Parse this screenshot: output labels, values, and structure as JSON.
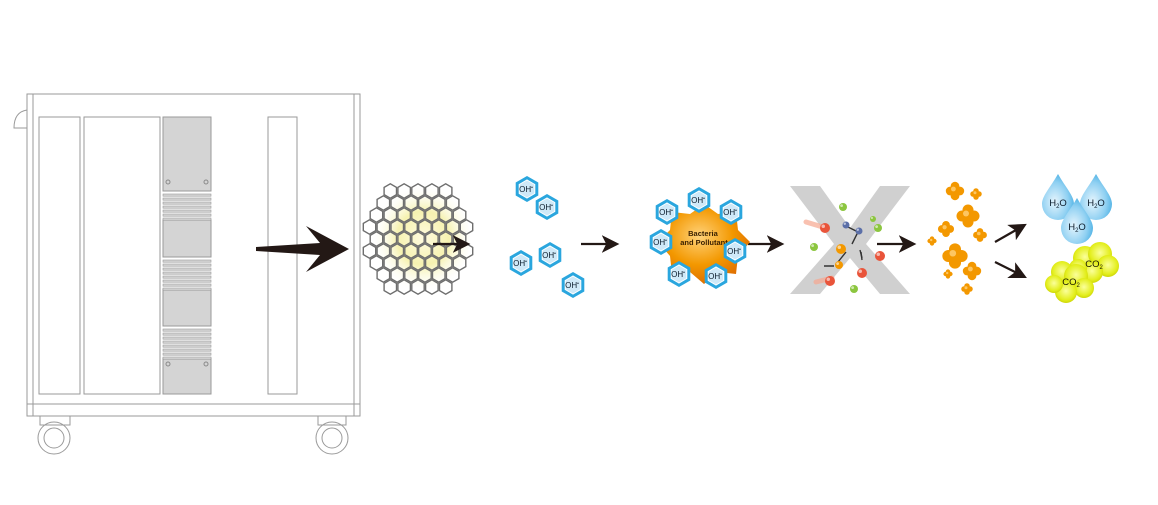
{
  "labels": {
    "hydroxyl": "OH",
    "hydroxyl_sup": "•",
    "bacteria_line1": "Bacteria",
    "bacteria_line2": "and Pollutant",
    "water": "H",
    "water_sub": "2",
    "water_end": "O",
    "carbon": "CO",
    "carbon_sub": "2"
  },
  "colors": {
    "outline": "#9a9a9a",
    "panel_fill": "#d4d4d4",
    "arrow": "#231815",
    "hex_blue": "#2aa6de",
    "hex_blue_light": "#cfe9f8",
    "pollutant_orange": "#f39800",
    "cross_grey": "#c8c8c8",
    "droplet_blue": "#5bb8e8",
    "co2_yellow": "#d8e000"
  }
}
